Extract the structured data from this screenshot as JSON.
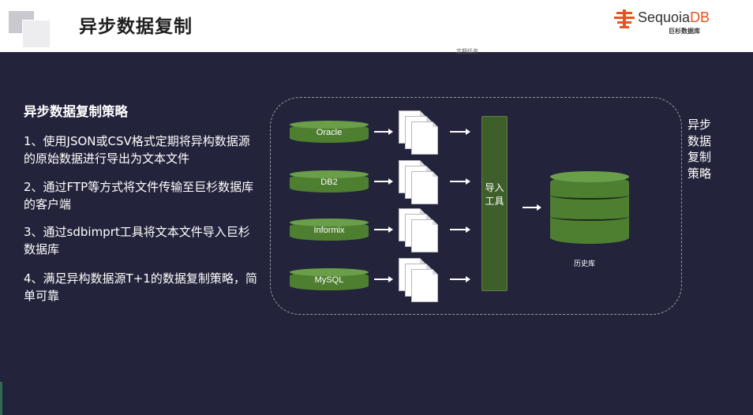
{
  "header": {
    "title": "异步数据复制",
    "brand_prefix": "Sequoia",
    "brand_suffix": "DB",
    "brand_subtitle": "巨杉数据库",
    "note": "定期任务"
  },
  "strategy": {
    "heading": "异步数据复制策略",
    "items": [
      "1、使用JSON或CSV格式定期将异构数据源的原始数据进行导出为文本文件",
      "2、通过FTP等方式将文件传输至巨杉数据库的客户端",
      "3、通过sdbimprt工具将文本文件导入巨杉数据库",
      "4、满足异构数据源T+1的数据复制策略，简单可靠"
    ]
  },
  "diagram": {
    "sources": [
      "Oracle",
      "DB2",
      "Informix",
      "MySQL"
    ],
    "import_tool": "导入工具",
    "history_db": "历史库",
    "side_label": "异步数据复制策略"
  },
  "colors": {
    "background": "#23243b",
    "db_green": "#4e7f31",
    "import_bar": "#3e5f2a",
    "brand_orange": "#e8531f"
  }
}
